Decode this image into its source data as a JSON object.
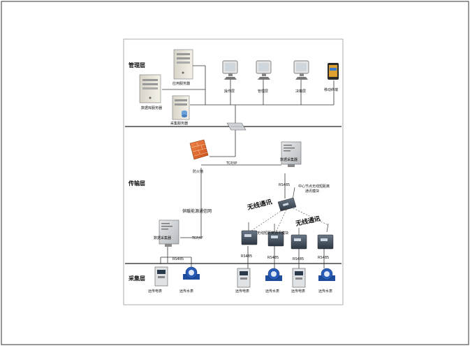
{
  "layers": {
    "management": "管理层",
    "transport": "传输层",
    "collection": "采集层"
  },
  "labels": {
    "app_server": "应用服务器",
    "db_server": "数据库服务器",
    "collect_server": "采集服务器",
    "operate_layer": "操作层",
    "manage_layer": "管理层",
    "decision_layer": "决策层",
    "mobile_terminal": "移动终端",
    "firewall": "防火墙",
    "tcpip_top": "TCP/IP",
    "tcpip_bottom": "TCP/IP",
    "data_collector_right": "数据采集器",
    "data_collector_left": "数据采集器",
    "heating_network": "供暖能源通信网",
    "rs485_top": "RS485",
    "rs485_left": "RS485",
    "rs485_1": "RS485",
    "rs485_2": "RS485",
    "rs485_3": "RS485",
    "rs485_4": "RS485",
    "center_node_line1": "中心节点无线短距离",
    "center_node_line2": "通讯模块",
    "wireless_1": "无线通讯",
    "wireless_2": "无线通讯",
    "short_range_module": "无线短距离通讯模块",
    "elec_meter_1": "远传电表",
    "water_meter_1": "远传水表",
    "elec_meter_2": "远传电表",
    "water_meter_2": "远传水表",
    "elec_meter_3": "远传电表",
    "water_meter_3": "远传水表"
  },
  "colors": {
    "line": "#333333",
    "firewall": "#e8682a",
    "water_meter": "#2a5db8",
    "module": "#4a5a6a"
  }
}
